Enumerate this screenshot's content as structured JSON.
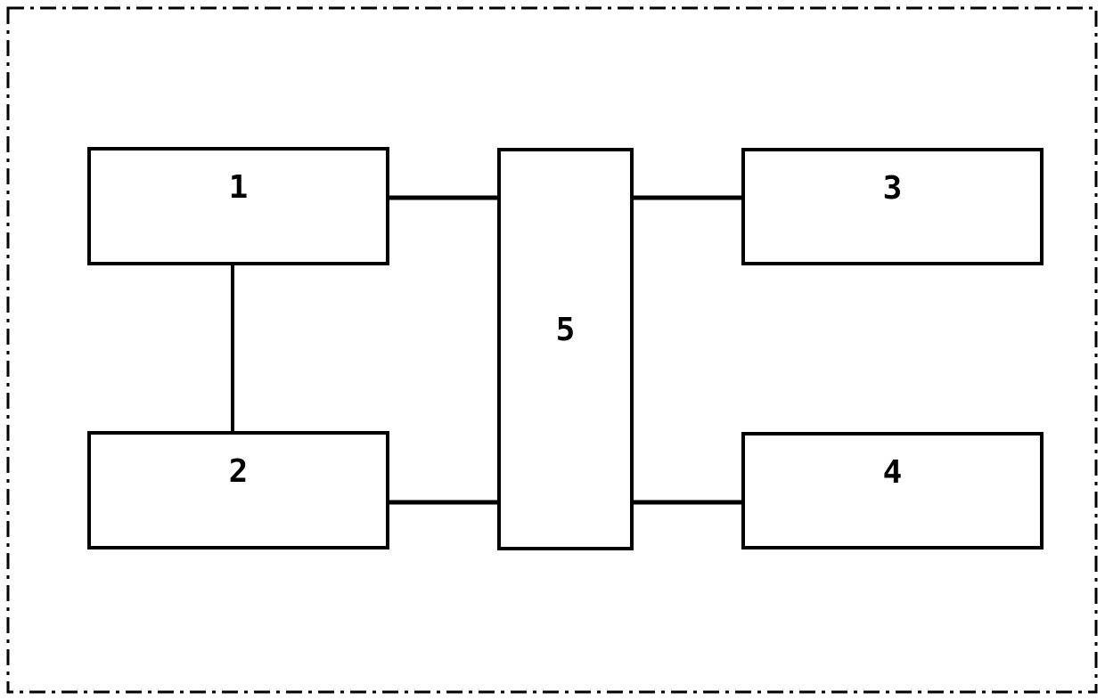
{
  "figure": {
    "type": "block-diagram",
    "background_color": "#ffffff",
    "line_color": "#000000",
    "frame_style": "dash-dot",
    "nodes": [
      {
        "id": "1",
        "label": "1",
        "position": "top-left"
      },
      {
        "id": "2",
        "label": "2",
        "position": "bottom-left"
      },
      {
        "id": "3",
        "label": "3",
        "position": "top-right"
      },
      {
        "id": "4",
        "label": "4",
        "position": "bottom-right"
      },
      {
        "id": "5",
        "label": "5",
        "position": "center"
      }
    ],
    "edges": [
      {
        "from": "1",
        "to": "2",
        "orientation": "vertical"
      },
      {
        "from": "1",
        "to": "5",
        "orientation": "horizontal"
      },
      {
        "from": "5",
        "to": "3",
        "orientation": "horizontal"
      },
      {
        "from": "2",
        "to": "5",
        "orientation": "horizontal"
      },
      {
        "from": "5",
        "to": "4",
        "orientation": "horizontal"
      }
    ]
  }
}
